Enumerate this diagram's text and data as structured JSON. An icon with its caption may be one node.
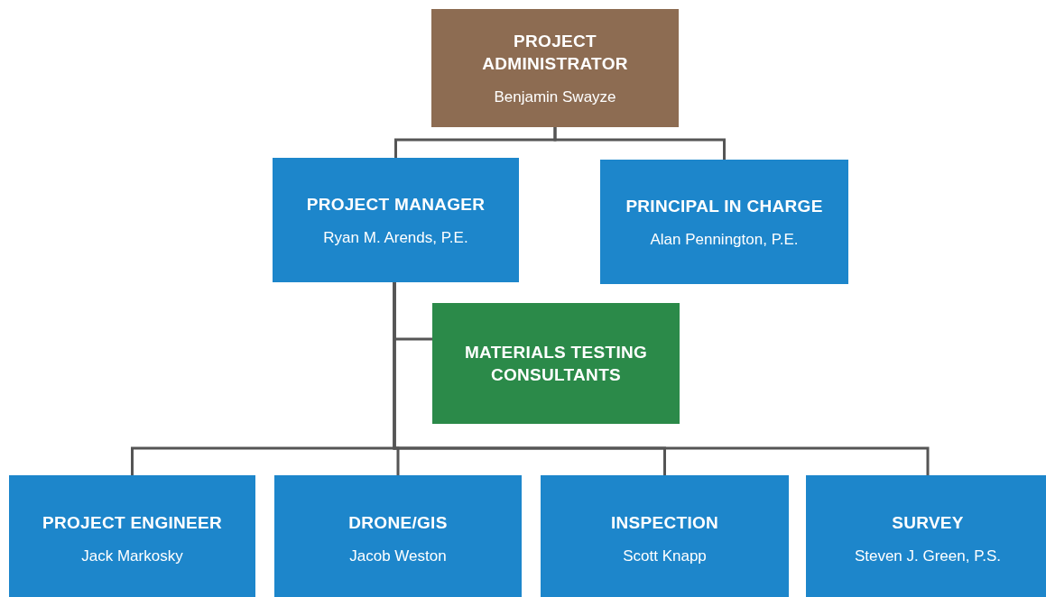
{
  "diagram": {
    "nodes": [
      {
        "text": [
          "PROJECT ADMINISTRATOR",
          "Benjamin Swayze"
        ]
      },
      {
        "text": [
          "PROJECT MANAGER",
          "Ryan M. Arends, P.E."
        ]
      },
      {
        "text": [
          "PRINCIPAL IN CHARGE",
          "Alan Pennington, P.E."
        ]
      },
      {
        "text": [
          "MATERIALS TESTING CONSULTANTS"
        ]
      },
      {
        "text": [
          "PROJECT ENGINEER",
          "Jack Markosky"
        ]
      },
      {
        "text": [
          "DRONE/GIS",
          "Jacob Weston"
        ]
      },
      {
        "text": [
          "INSPECTION",
          "Scott Knapp"
        ]
      },
      {
        "text": [
          "SURVEY",
          "Steven J. Green, P.S."
        ]
      }
    ],
    "edges": [
      {
        "from": 0,
        "to": 1,
        "arrow": "none"
      },
      {
        "from": 0,
        "to": 2,
        "arrow": "none"
      },
      {
        "from": 1,
        "to": 3,
        "arrow": "none"
      },
      {
        "from": 1,
        "to": 4,
        "arrow": "none"
      },
      {
        "from": 1,
        "to": 5,
        "arrow": "none"
      },
      {
        "from": 1,
        "to": 6,
        "arrow": "none"
      },
      {
        "from": 1,
        "to": 7,
        "arrow": "none"
      }
    ]
  }
}
